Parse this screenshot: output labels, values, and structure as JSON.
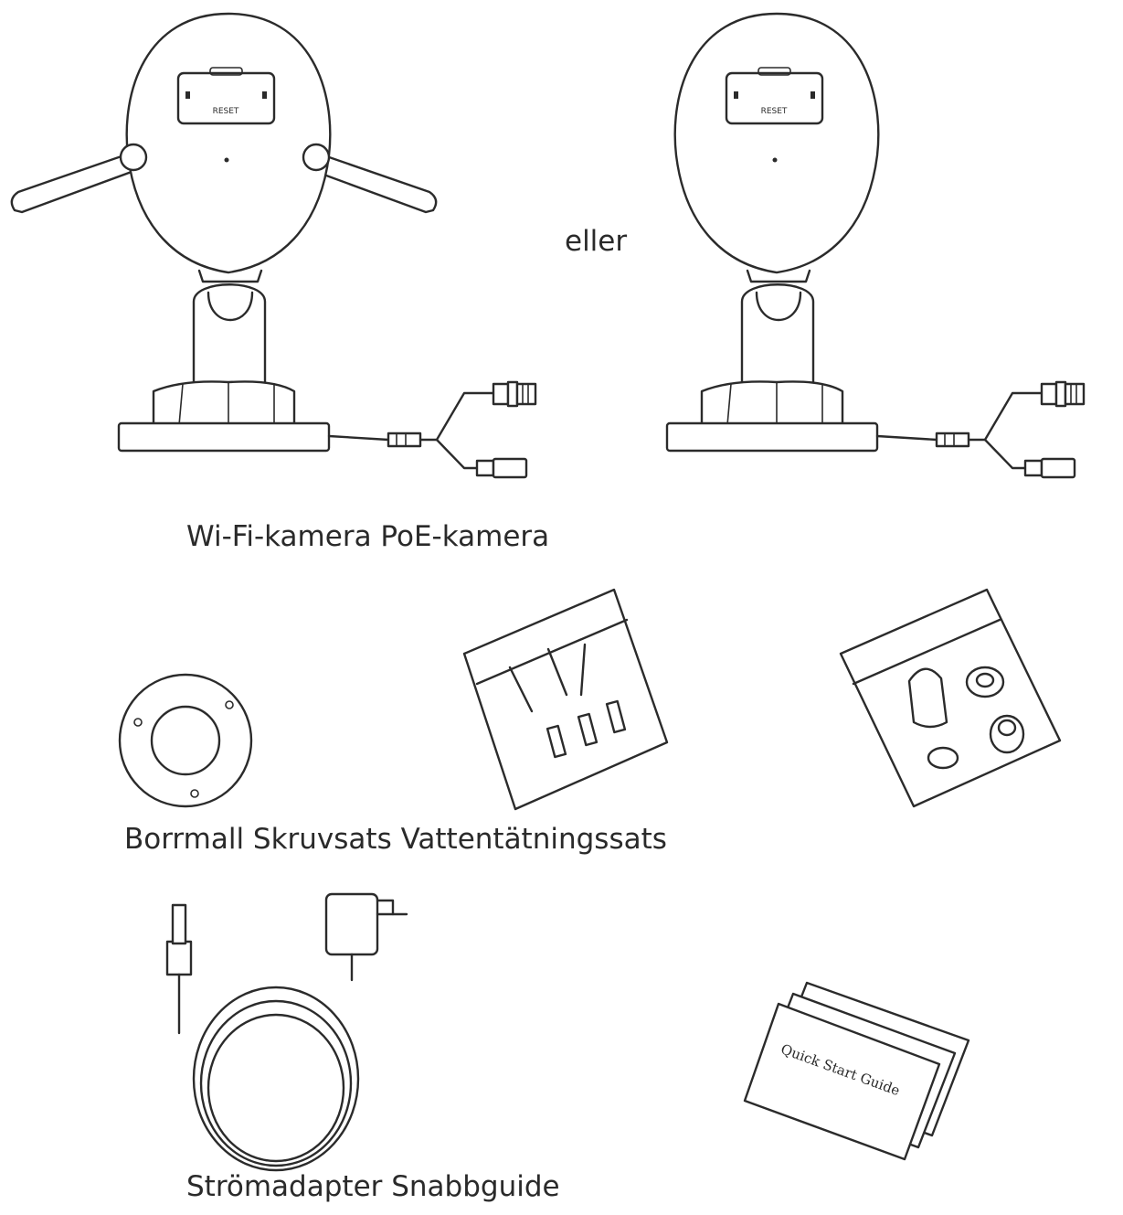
{
  "figure": {
    "camera_caption": "Wi-Fi-kamera PoE-kamera",
    "or_word": "eller",
    "accessories_caption": "Borrmall Skruvsats Vattentätningssats",
    "power_caption": "Strömadapter Snabbguide",
    "camera_reset_label": "RESET",
    "guide_cover_text": "Quick Start Guide"
  }
}
